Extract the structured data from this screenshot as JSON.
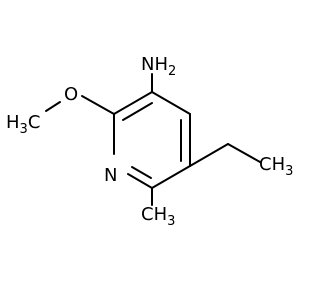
{
  "molecule": {
    "labels": {
      "amine": {
        "main": "NH",
        "sub": "2"
      },
      "oxygen": "O",
      "ring_nitrogen": "N",
      "methoxy_carbon": {
        "prefix": "H",
        "sub": "3",
        "suffix": "C"
      },
      "ethyl_terminal": {
        "main": "CH",
        "sub": "3"
      },
      "methyl": {
        "main": "CH",
        "sub": "3"
      }
    },
    "colors": {
      "bond": "#000000",
      "text": "#000000",
      "background": "#ffffff"
    }
  }
}
